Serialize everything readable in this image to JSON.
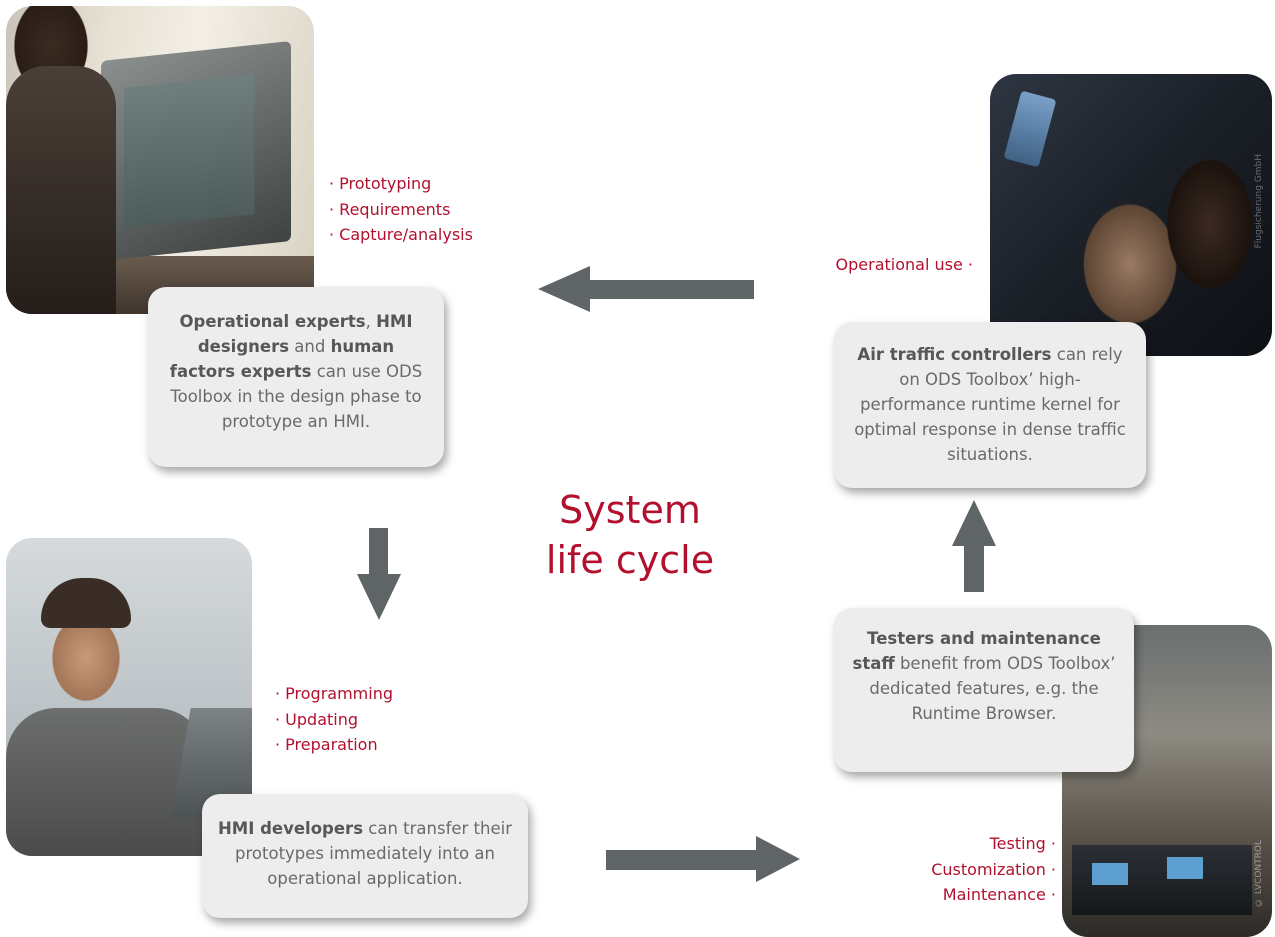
{
  "title": {
    "line1": "System",
    "line2": "life cycle"
  },
  "stages": {
    "design": {
      "bullets": [
        "· Prototyping",
        "· Requirements",
        "· Capture/analysis"
      ],
      "card": {
        "b1": "Operational experts",
        "t1": ", ",
        "b2": "HMI designers",
        "t2": " and ",
        "b3": "human factors experts",
        "t3": " can use ODS Toolbox in the design phase to prototype an HMI."
      }
    },
    "operational": {
      "bullets": [
        "Operational use ·"
      ],
      "card": {
        "b1": "Air traffic controllers",
        "t1": " can rely on ODS Toolbox’ high-performance runtime kernel for optimal response in dense traffic situations."
      }
    },
    "development": {
      "bullets": [
        "· Programming",
        "· Updating",
        "· Preparation"
      ],
      "card": {
        "b1": "HMI developers",
        "t1": " can transfer their prototypes immediately into an operational application."
      }
    },
    "testing": {
      "bullets": [
        "Testing ·",
        "Customization ·",
        "Maintenance ·"
      ],
      "card": {
        "b1": "Testers and maintenance staff",
        "t1": " benefit from ODS Toolbox’ dedicated features, e.g. the Runtime Browser."
      }
    }
  },
  "photo_credits": {
    "operational": "Flugsicherung GmbH",
    "testing": "© LVCONTROL"
  },
  "colors": {
    "accent": "#b3102e",
    "card_bg": "#ededed",
    "card_text": "#6a6a6a",
    "arrow": "#5f6466"
  }
}
